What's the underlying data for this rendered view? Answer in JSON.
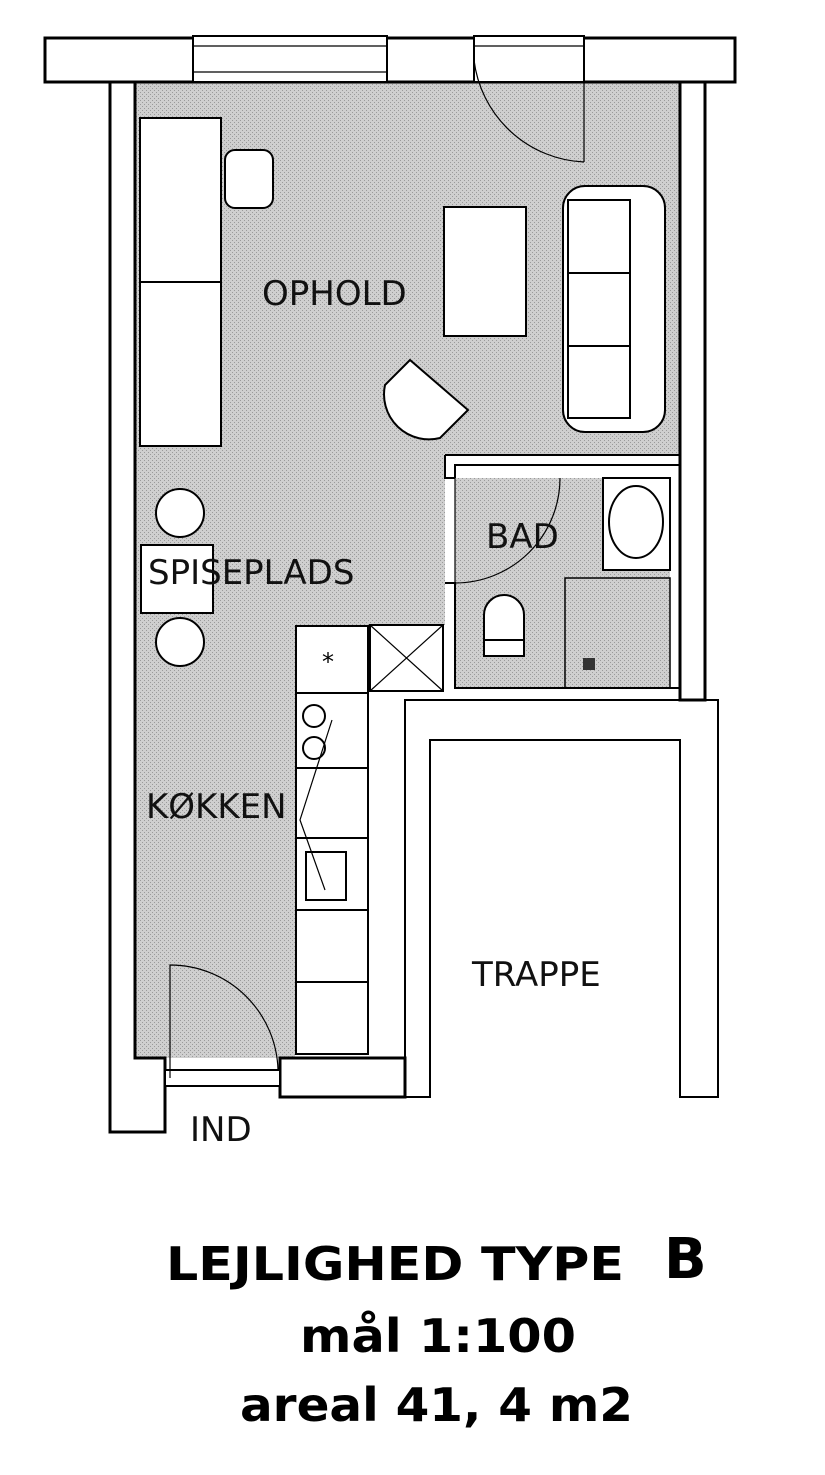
{
  "plan": {
    "rooms": {
      "living": "OPHOLD",
      "bath": "BAD",
      "dining": "SPISEPLADS",
      "kitchen": "KØKKEN",
      "stairs": "TRAPPE",
      "entrance": "IND"
    }
  },
  "caption": {
    "title": "LEJLIGHED TYPE",
    "type_letter": "B",
    "scale": "mål 1:100",
    "area": "areal 41, 4 m2"
  },
  "colors": {
    "floor": "#c9c9c9",
    "wall": "#ffffff",
    "line": "#000000"
  }
}
